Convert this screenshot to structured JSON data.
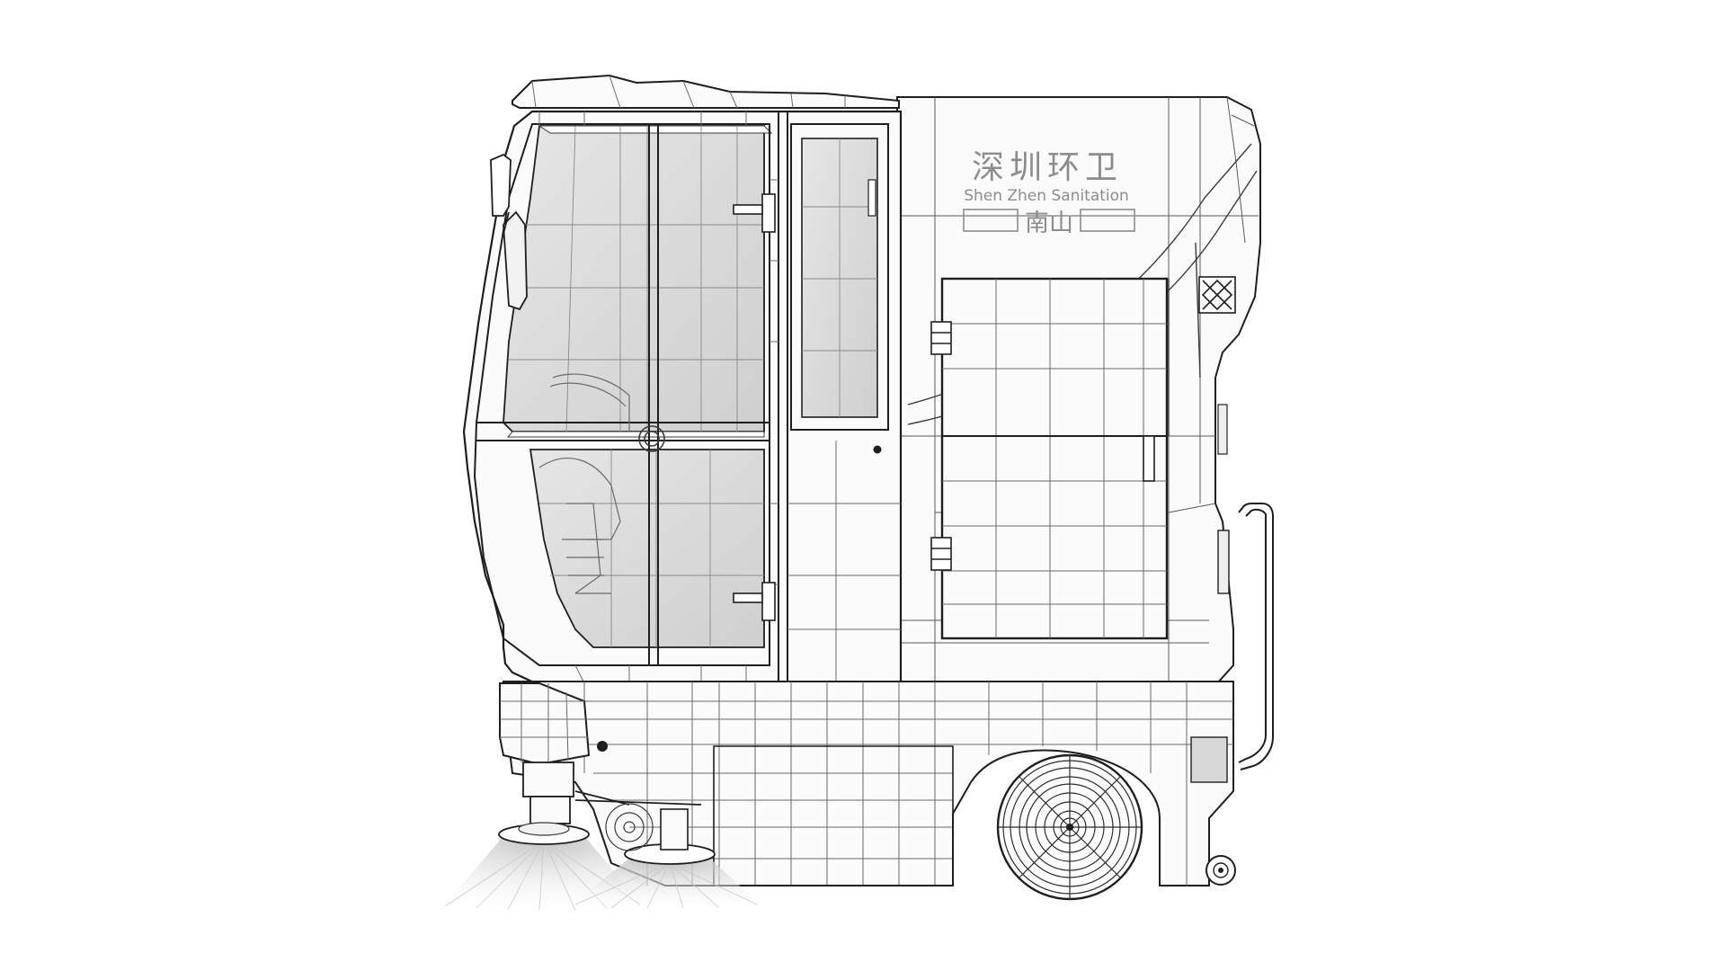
{
  "vehicle": {
    "livery_cn": "深圳环卫",
    "livery_en": "Shen Zhen Sanitation",
    "district_cn": "南山"
  },
  "colors": {
    "background": "#ffffff",
    "body_fill": "#fbfbfb",
    "wire": "#1e1e1e",
    "wire_light": "#8a8a8a",
    "glass": "#dedede",
    "label": "#8c8c8c"
  }
}
